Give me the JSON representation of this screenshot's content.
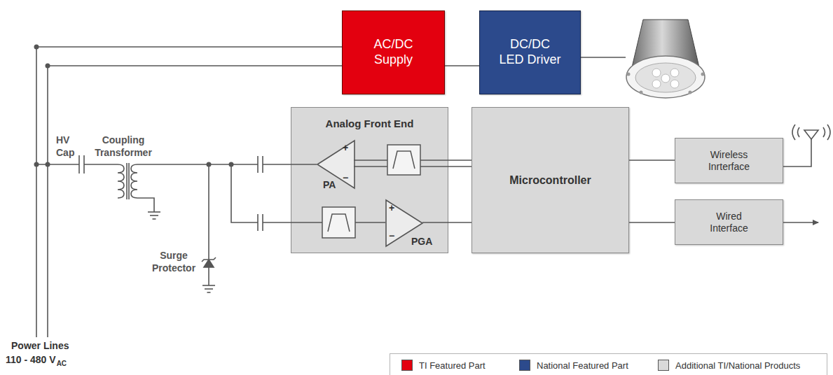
{
  "diagram": {
    "nodes": [
      {
        "text": [
          "AC/DC Supply"
        ]
      },
      {
        "text": [
          "DC/DC LED Driver"
        ]
      },
      {
        "text": [
          "Analog Front End"
        ]
      },
      {
        "text": [
          "PA"
        ],
        "in": 2
      },
      {
        "text": [
          "PGA"
        ],
        "in": 2
      },
      {
        "text": [
          "Microcontroller"
        ]
      },
      {
        "text": [
          "Wireless Inrterface"
        ]
      },
      {
        "text": [
          "Wired Interface"
        ]
      }
    ],
    "edges": [
      {
        "from": 0,
        "to": 1,
        "arrow": "none"
      },
      {
        "from": 4,
        "to": 5,
        "arrow": "none"
      },
      {
        "from": 5,
        "to": 6,
        "arrow": "none"
      },
      {
        "from": 5,
        "to": 7,
        "arrow": "none"
      }
    ],
    "labels": [
      "HV Cap",
      "Coupling Transformer",
      "Surge Protector",
      "Power Lines",
      "110 - 480 V",
      "AC",
      "+",
      "−",
      "+",
      "−"
    ],
    "legend": [
      {
        "text": "TI Featured Part",
        "color": "#e3000f"
      },
      {
        "text": "National Featured Part",
        "color": "#2c4a8c"
      },
      {
        "text": "Additional TI/National Products",
        "color": "#d9d9d9"
      }
    ]
  }
}
